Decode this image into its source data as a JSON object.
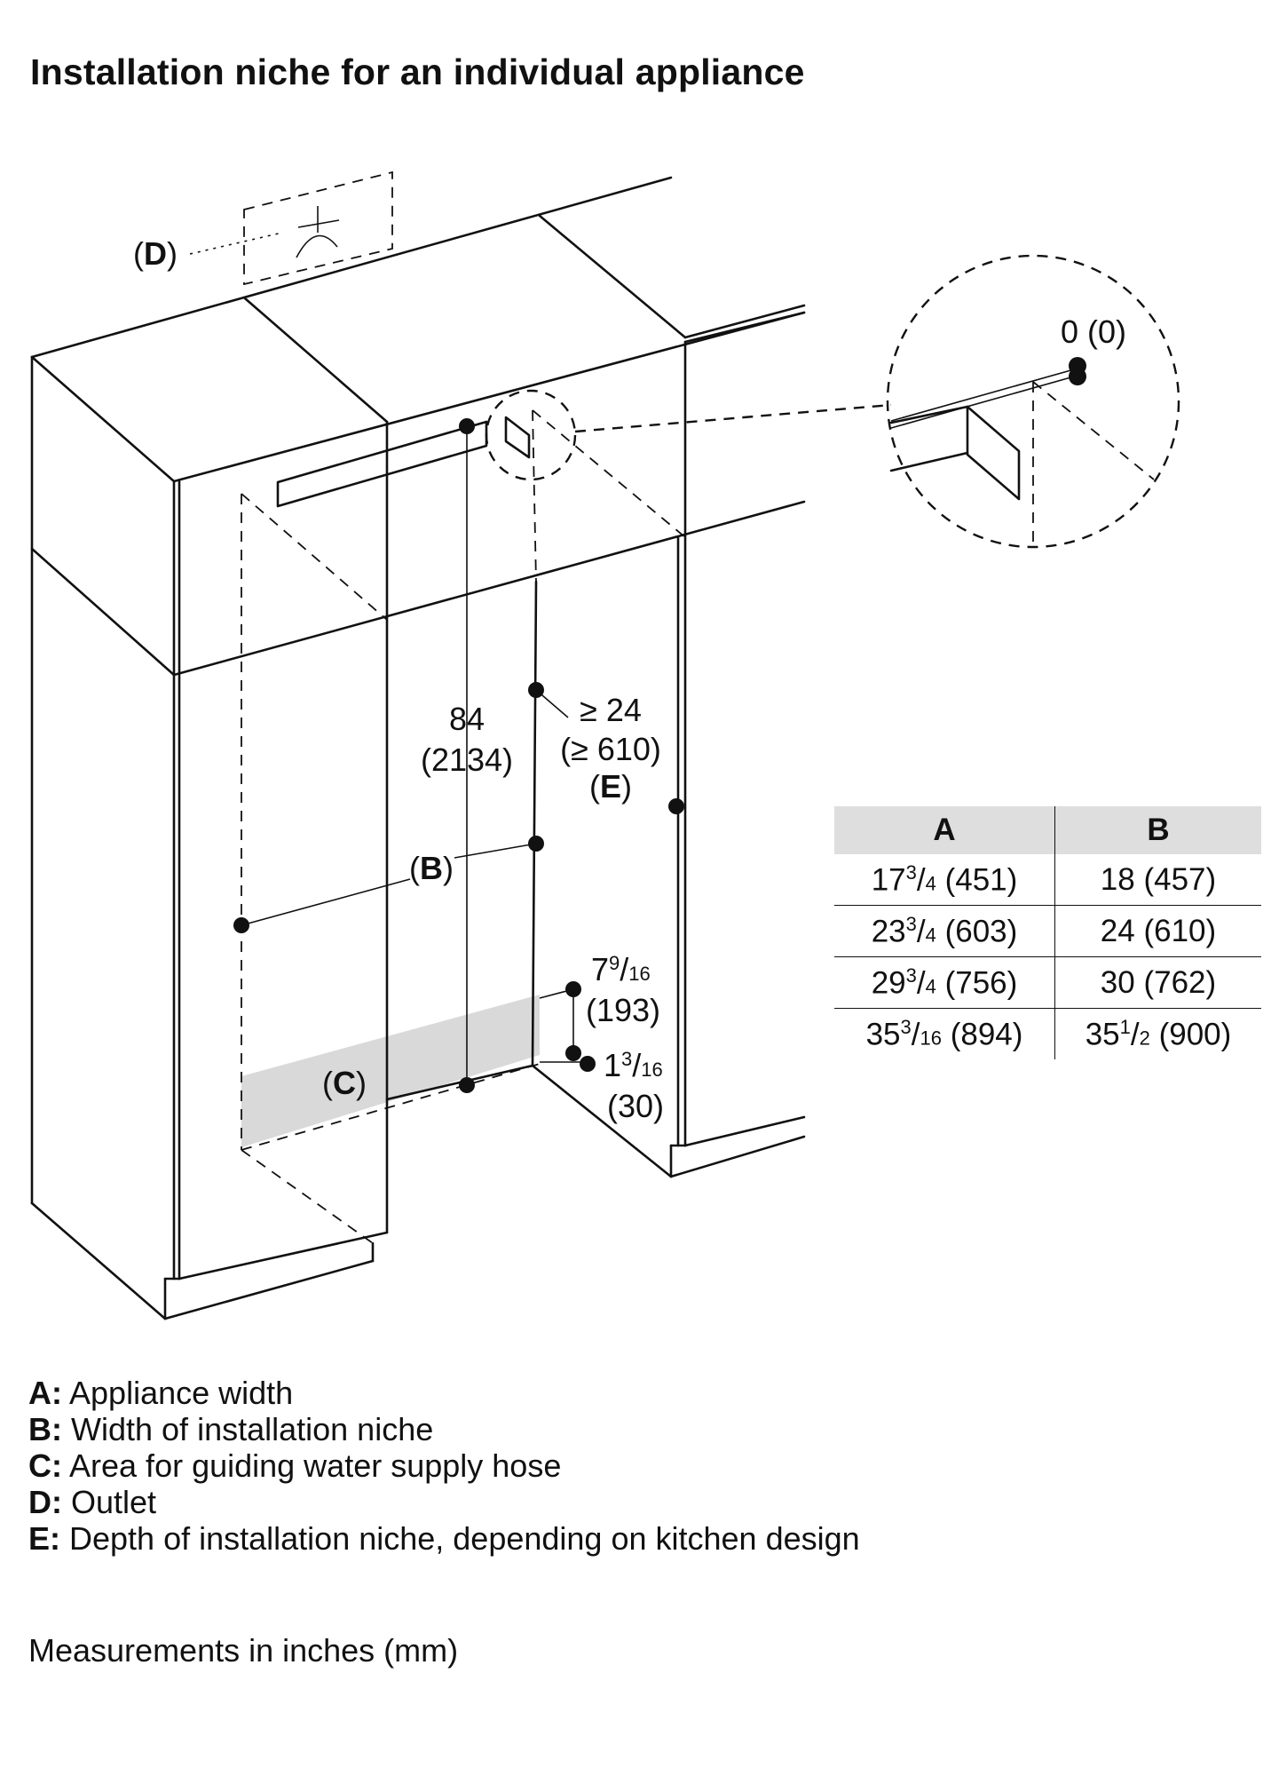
{
  "title": "Installation niche for an individual appliance",
  "diagram": {
    "callouts": {
      "d": "(D)",
      "b": "(B)",
      "c": "(C)",
      "e": "(E)"
    },
    "dimensions": {
      "height_in": "84",
      "height_mm": "(2134)",
      "depth_in": "≥ 24",
      "depth_mm": "(≥ 610)",
      "hose_upper_in": "7",
      "hose_upper_frac_num": "9",
      "hose_upper_frac_den": "16",
      "hose_upper_mm": "(193)",
      "hose_lower_in": "1",
      "hose_lower_frac_num": "3",
      "hose_lower_frac_den": "16",
      "hose_lower_mm": "(30)",
      "detail_zero": "0 (0)"
    }
  },
  "table": {
    "headers": [
      "A",
      "B"
    ],
    "rows": [
      [
        {
          "whole": "17",
          "num": "3",
          "den": "4",
          "mm": "(451)"
        },
        {
          "whole": "18",
          "num": "",
          "den": "",
          "mm": "(457)"
        }
      ],
      [
        {
          "whole": "23",
          "num": "3",
          "den": "4",
          "mm": "(603)"
        },
        {
          "whole": "24",
          "num": "",
          "den": "",
          "mm": "(610)"
        }
      ],
      [
        {
          "whole": "29",
          "num": "3",
          "den": "4",
          "mm": "(756)"
        },
        {
          "whole": "30",
          "num": "",
          "den": "",
          "mm": "(762)"
        }
      ],
      [
        {
          "whole": "35",
          "num": "3",
          "den": "16",
          "mm": "(894)"
        },
        {
          "whole": "35",
          "num": "1",
          "den": "2",
          "mm": "(900)"
        }
      ]
    ]
  },
  "legend": [
    {
      "key": "A:",
      "text": "Appliance width"
    },
    {
      "key": "B:",
      "text": "Width of installation niche"
    },
    {
      "key": "C:",
      "text": "Area for guiding water supply hose"
    },
    {
      "key": "D:",
      "text": "Outlet"
    },
    {
      "key": "E:",
      "text": "Depth of installation niche, depending on kitchen design"
    }
  ],
  "note": "Measurements in inches (mm)"
}
